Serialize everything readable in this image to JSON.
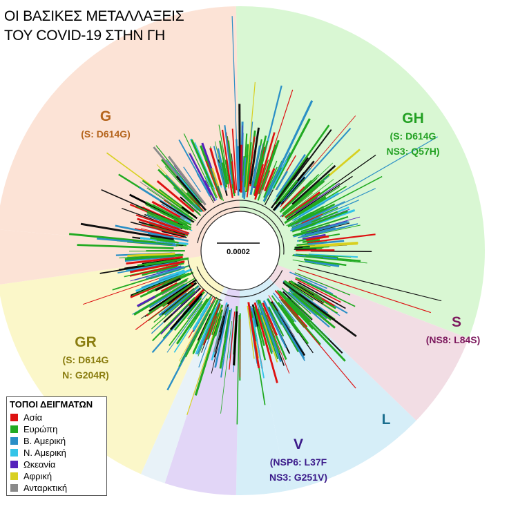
{
  "title": {
    "line1": "ΟΙ ΒΑΣΙΚΕΣ ΜΕΤΑΛΛΑΞΕΙΣ",
    "line2": "ΤΟΥ COVID-19 ΣΤΗΝ ΓΗ"
  },
  "scale_bar_label": "0.0002",
  "clades": [
    {
      "name": "G",
      "mut1": "(S: D614G)",
      "mut2": "",
      "color": "#b5651d",
      "bg": "#fce3d6"
    },
    {
      "name": "GH",
      "mut1": "(S: D614G",
      "mut2": "NS3: Q57H)",
      "color": "#22a022",
      "bg": "#d9f7d3"
    },
    {
      "name": "S",
      "mut1": "(NS8: L84S)",
      "mut2": "",
      "color": "#7d1a5e",
      "bg": "#f2dde4"
    },
    {
      "name": "L",
      "mut1": "",
      "mut2": "",
      "color": "#1a6e8e",
      "bg": "#d6eef8"
    },
    {
      "name": "V",
      "mut1": "(NSP6: L37F",
      "mut2": "NS3: G251V)",
      "color": "#3b1a8a",
      "bg": "#e2d6f7"
    },
    {
      "name": "GR",
      "mut1": "(S: D614G",
      "mut2": "N: G204R)",
      "color": "#8a7d10",
      "bg": "#fbf7c9"
    }
  ],
  "legend": {
    "title": "ΤΟΠΟΙ ΔΕΙΓΜΑΤΩΝ",
    "items": [
      {
        "label": "Ασία",
        "color": "#dd1111"
      },
      {
        "label": "Ευρώπη",
        "color": "#22aa22"
      },
      {
        "label": "Β. Αμερική",
        "color": "#2a8fc6"
      },
      {
        "label": "Ν. Αμερική",
        "color": "#33c4e8"
      },
      {
        "label": "Ωκεανία",
        "color": "#5522bb"
      },
      {
        "label": "Αφρική",
        "color": "#d8d020"
      },
      {
        "label": "Ανταρκτική",
        "color": "#8a8a8a"
      }
    ]
  }
}
